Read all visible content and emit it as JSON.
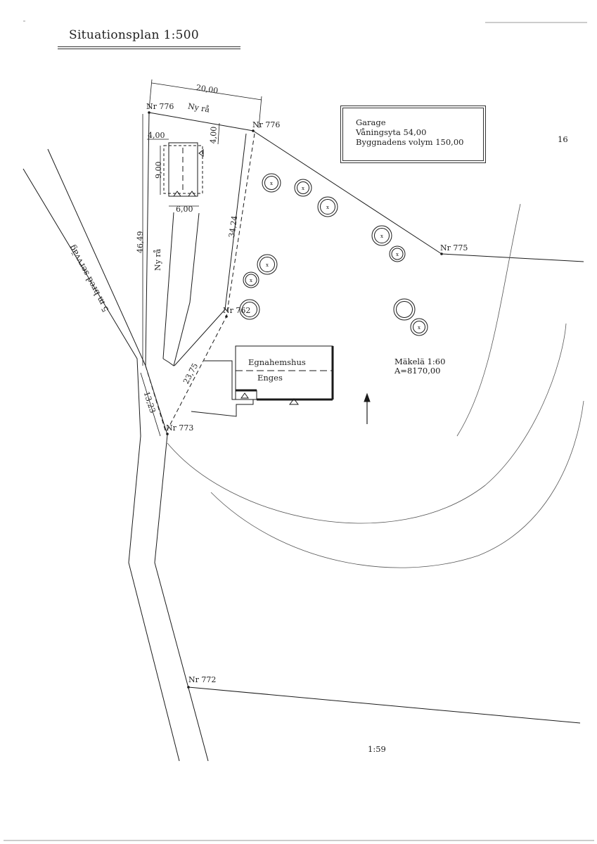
{
  "title": "Situationsplan 1:500",
  "page_number": "16",
  "info_box": {
    "lines": [
      "Garage",
      "Våningsyta 54,00",
      "Byggnadens volym 150,00"
    ]
  },
  "parcel": {
    "name": "Mäkelä 1:60",
    "area": "A=8170,00"
  },
  "neighbour_parcel": "1:59",
  "road_label": "5 m bred servväg",
  "boundary_label": "Ny rå",
  "house": {
    "line1": "Egnahemshus",
    "line2": "Enges"
  },
  "markers": {
    "m776a": "Nr 776",
    "m776b": "Nr 776",
    "m775": "Nr 775",
    "m762": "Nr 762",
    "m773": "Nr 773",
    "m772": "Nr 772"
  },
  "dimensions": {
    "top": "20,00",
    "left_long": "46,49",
    "garage_w": "4,00",
    "garage_h": "9,00",
    "garage_base": "6,00",
    "garage_gap": "4,00",
    "right_long": "34,24",
    "diag": "23,75",
    "short": "13,23"
  },
  "north_arrow": "north-arrow",
  "colors": {
    "ink": "#1a1a1a",
    "paper": "#ffffff"
  }
}
